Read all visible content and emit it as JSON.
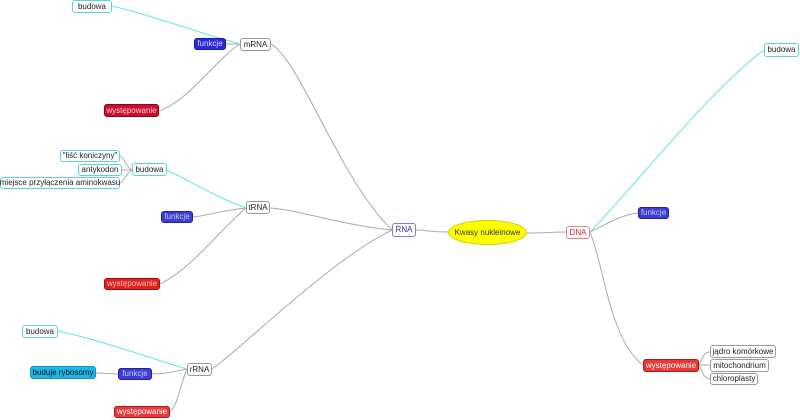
{
  "root": {
    "label": "Kwasy nukleinowe"
  },
  "rna": {
    "label": "RNA",
    "mrna": {
      "label": "mRNA",
      "budowa": "budowa",
      "funkcje": "funkcje",
      "wystepowanie": "występowanie"
    },
    "trna": {
      "label": "tRNA",
      "budowa": "budowa",
      "budowa_items": [
        "\"liść koniczyny\"",
        "antykodon",
        "miejsce przyłączenia aminokwasu"
      ],
      "funkcje": "funkcje",
      "wystepowanie": "występowanie"
    },
    "rrna": {
      "label": "rRNA",
      "budowa": "budowa",
      "funkcje": "funkcje",
      "funkcje_item": "buduje rybosomy",
      "wystepowanie": "występowanie"
    }
  },
  "dna": {
    "label": "DNA",
    "budowa": "budowa",
    "funkcje": "funkcje",
    "wystepowanie": "występowanie",
    "wystepowanie_items": [
      "jądro komórkowe",
      "mitochondrium",
      "chloroplasty"
    ]
  },
  "colors": {
    "root_fill": "#ffff00",
    "connector_gray": "#aaaaaa",
    "connector_cyan": "#5ee6e6",
    "funkcje_fill": "#2a2ae0",
    "wystepowanie_fill": "#e02020",
    "rybosomy_fill": "#1fb6e8"
  }
}
